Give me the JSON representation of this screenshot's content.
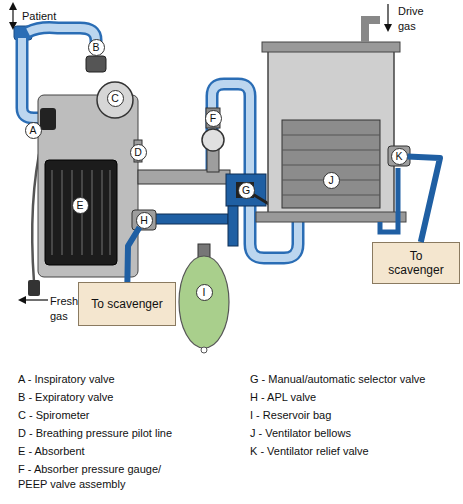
{
  "diagram": {
    "nodes": [
      {
        "text": [
          "A"
        ]
      },
      {
        "text": [
          "B"
        ]
      },
      {
        "text": [
          "C"
        ]
      },
      {
        "text": [
          "D"
        ]
      },
      {
        "text": [
          "E"
        ]
      },
      {
        "text": [
          "F"
        ]
      },
      {
        "text": [
          "G"
        ]
      },
      {
        "text": [
          "H"
        ]
      },
      {
        "text": [
          "I"
        ]
      },
      {
        "text": [
          "J"
        ]
      },
      {
        "text": [
          "K"
        ]
      },
      {
        "text": [
          "To scavenger"
        ]
      },
      {
        "text": [
          "To scavenger"
        ]
      }
    ],
    "edges": [
      {
        "from": 7,
        "to": 11,
        "arrow": "none"
      },
      {
        "from": 10,
        "to": 12,
        "arrow": "none"
      }
    ],
    "labels": [
      "Patient",
      "Drive gas",
      "Fresh gas",
      "A - Inspiratory valve",
      "B - Expiratory valve",
      "C - Spirometer",
      "D - Breathing pressure pilot line",
      "E - Absorbent",
      "F - Absorber pressure gauge/ PEEP valve assembly",
      "G - Manual/automatic selector valve",
      "H - APL valve",
      "I - Reservoir bag",
      "J - Ventilator bellows",
      "K - Ventilator relief valve"
    ]
  }
}
